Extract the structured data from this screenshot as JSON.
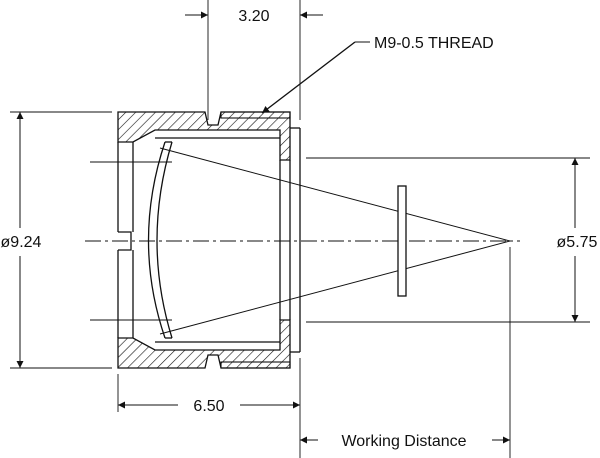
{
  "drawing": {
    "dim_thread_pitch": "3.20",
    "callout_thread": "M9-0.5 THREAD",
    "dim_outer_diameter": "ø9.24",
    "dim_spot_diameter": "ø5.75",
    "dim_body_length": "6.50",
    "dim_working_distance": "Working Distance"
  },
  "colors": {
    "line": "#111111",
    "background": "#ffffff"
  }
}
